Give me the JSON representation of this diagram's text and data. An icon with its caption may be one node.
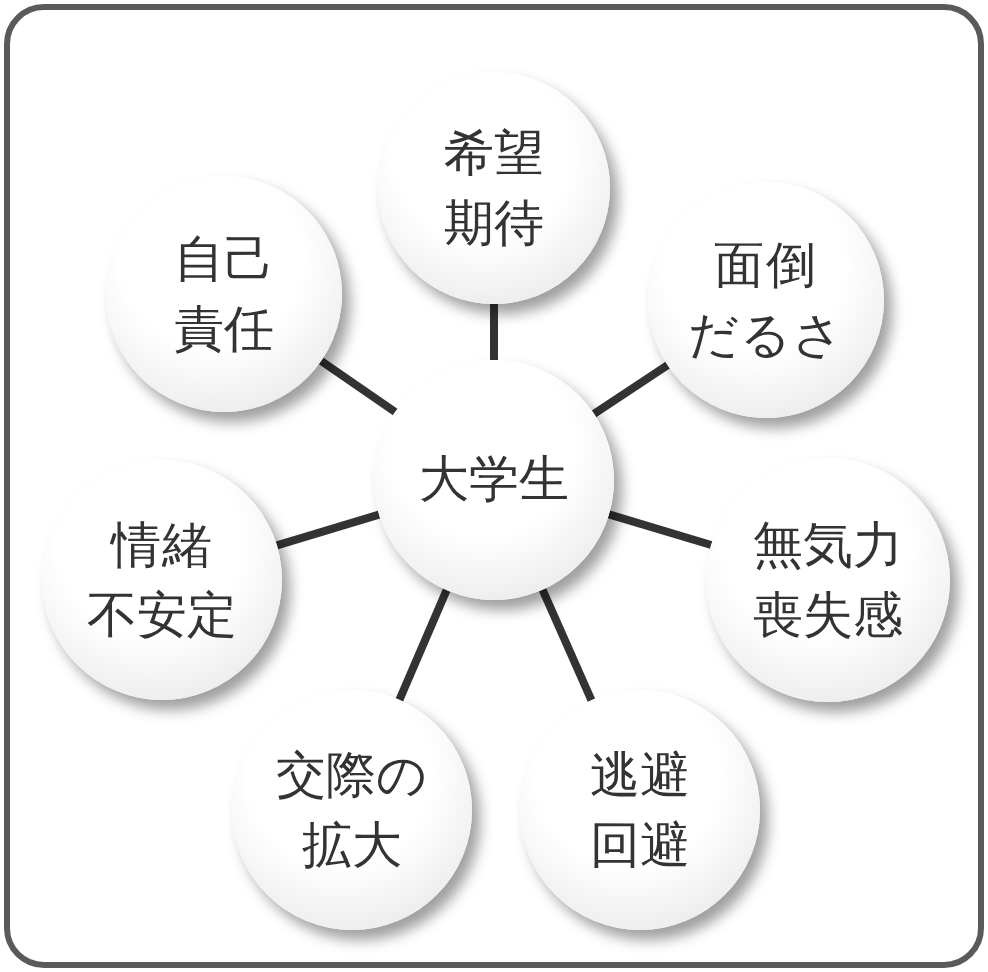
{
  "diagram": {
    "nodes": [
      {
        "text": [
          "希望期待"
        ]
      },
      {
        "text": [
          "自己責任"
        ]
      },
      {
        "text": [
          "面倒だるさ"
        ]
      },
      {
        "text": [
          "大学生"
        ]
      },
      {
        "text": [
          "情緒不安定"
        ]
      },
      {
        "text": [
          "無気力喪失感"
        ]
      },
      {
        "text": [
          "交際の拡大"
        ]
      },
      {
        "text": [
          "逃避回避"
        ]
      }
    ],
    "edges": [
      {
        "from": 3,
        "to": 0,
        "arrow": "none"
      },
      {
        "from": 3,
        "to": 2,
        "arrow": "none"
      },
      {
        "from": 3,
        "to": 5,
        "arrow": "none"
      },
      {
        "from": 3,
        "to": 7,
        "arrow": "none"
      },
      {
        "from": 3,
        "to": 6,
        "arrow": "none"
      },
      {
        "from": 3,
        "to": 4,
        "arrow": "none"
      },
      {
        "from": 3,
        "to": 1,
        "arrow": "none"
      }
    ]
  }
}
